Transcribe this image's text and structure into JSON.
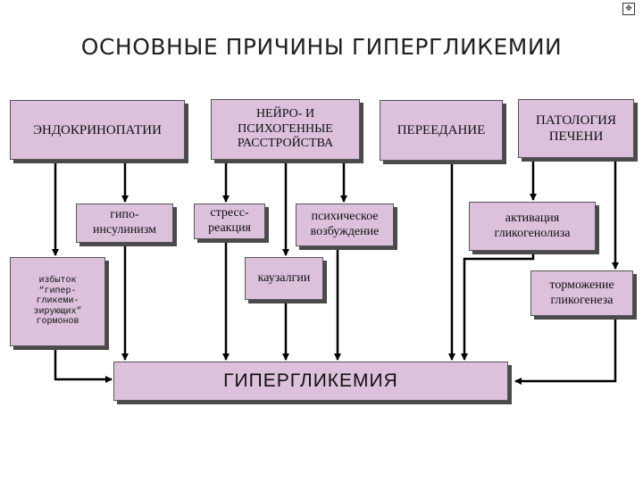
{
  "title": "ОСНОВНЫЕ  ПРИЧИНЫ  ГИПЕРГЛИКЕМИИ",
  "colors": {
    "box_fill": "#dcc0dc",
    "box_border": "#555555",
    "shadow": "#4a4a4a",
    "arrow": "#000000"
  },
  "icons": {
    "corner": "navigation-icon"
  },
  "causes": {
    "endocrinopathies": "ЭНДОКРИНОПАТИИ",
    "neuro_psychogenic": "НЕЙРО- И ПСИХОГЕННЫЕ РАССТРОЙСТВА",
    "overeating": "ПЕРЕЕДАНИЕ",
    "liver_pathology": "ПАТОЛОГИЯ ПЕЧЕНИ"
  },
  "mechanisms": {
    "hypoinsulinism": "гипо- инсулинизм",
    "excess_hormones": "избыток “гипер- гликеми- зирующих” гормонов",
    "stress_reaction": "стресс- реакция",
    "mental_excitation": "психическое возбуждение",
    "causalgia": "каузалгии",
    "glycogenolysis_activation": "активация гликогенолиза",
    "glycogenesis_inhibition": "торможение гликогенеза"
  },
  "result": "ГИПЕРГЛИКЕМИЯ"
}
